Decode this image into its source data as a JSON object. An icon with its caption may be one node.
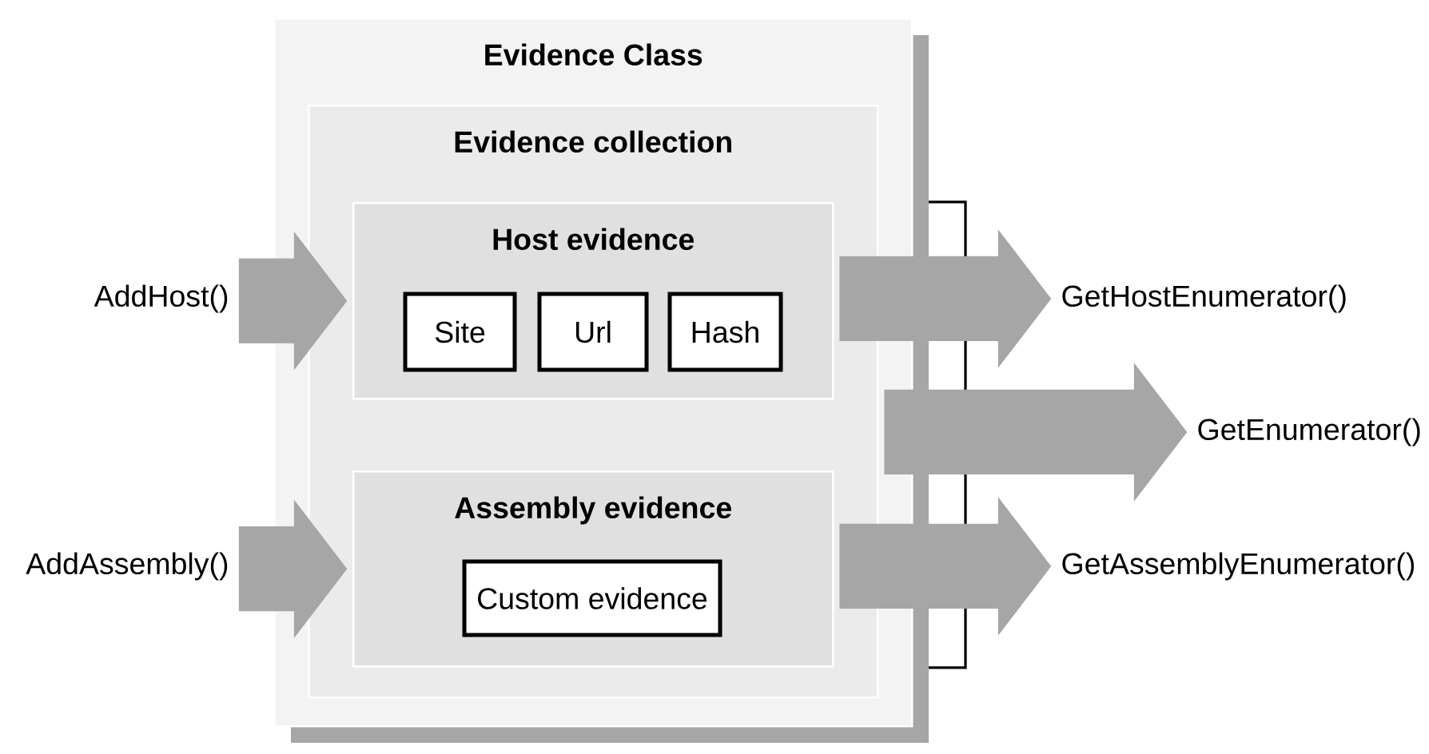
{
  "diagram": {
    "nodes": [
      {
        "text": [
          "Evidence Class"
        ]
      },
      {
        "text": [
          "Evidence collection"
        ],
        "in": 0
      },
      {
        "text": [
          "Host evidence"
        ],
        "in": 1
      },
      {
        "text": [
          "Site"
        ],
        "in": 2
      },
      {
        "text": [
          "Url"
        ],
        "in": 2
      },
      {
        "text": [
          "Hash"
        ],
        "in": 2
      },
      {
        "text": [
          "Assembly evidence"
        ],
        "in": 1
      },
      {
        "text": [
          "Custom evidence"
        ],
        "in": 6
      },
      {
        "text": [
          "AddHost()"
        ]
      },
      {
        "text": [
          "AddAssembly()"
        ]
      },
      {
        "text": [
          "GetHostEnumerator()"
        ]
      },
      {
        "text": [
          "GetEnumerator()"
        ]
      },
      {
        "text": [
          "GetAssemblyEnumerator()"
        ]
      }
    ],
    "edges": [
      {
        "from": 8,
        "to": 2,
        "arrow": "to"
      },
      {
        "from": 9,
        "to": 6,
        "arrow": "to"
      },
      {
        "from": 2,
        "to": 10,
        "arrow": "to"
      },
      {
        "from": 1,
        "to": 11,
        "arrow": "to"
      },
      {
        "from": 6,
        "to": 12,
        "arrow": "to"
      }
    ]
  }
}
